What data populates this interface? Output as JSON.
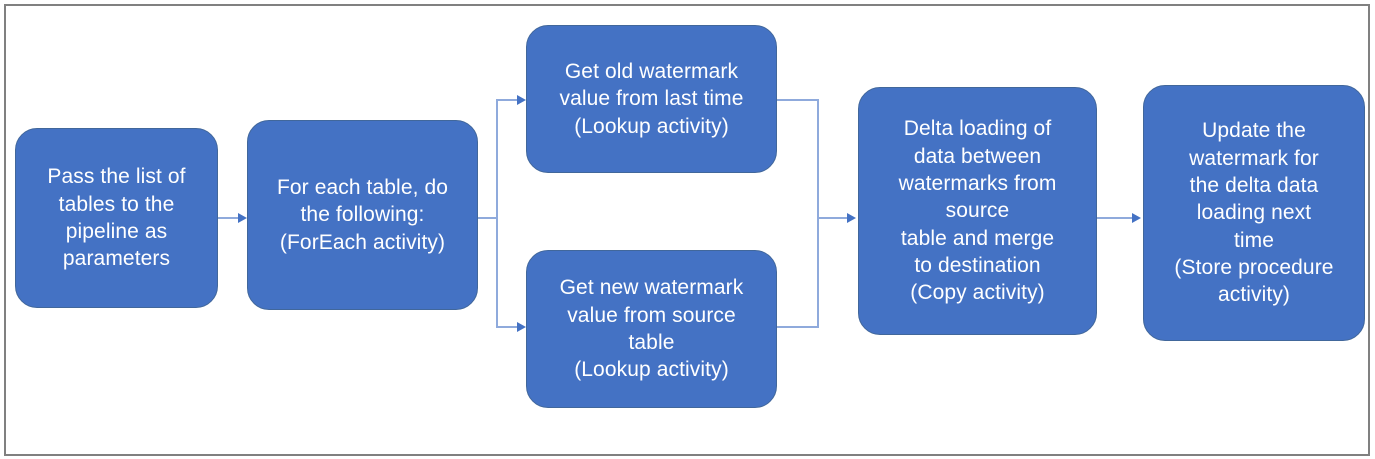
{
  "diagram": {
    "title": "Delta data loading pipeline with watermark",
    "type": "flowchart",
    "orientation": "left-to-right",
    "colors": {
      "node_fill": "#4472C4",
      "node_text": "#FFFFFF",
      "connector": "#8FAADC",
      "arrowhead": "#4472C4",
      "frame_border": "#808080",
      "background": "#FFFFFF"
    },
    "nodes": [
      {
        "id": "pass-tables",
        "label": "Pass the list of\ntables to the\npipeline as\nparameters",
        "activity": ""
      },
      {
        "id": "foreach",
        "label": "For each table, do\nthe following:\n(ForEach activity)",
        "activity": "ForEach activity"
      },
      {
        "id": "old-watermark",
        "label": "Get old watermark\nvalue from last time\n(Lookup activity)",
        "activity": "Lookup activity"
      },
      {
        "id": "new-watermark",
        "label": "Get new watermark\nvalue from source\ntable\n(Lookup activity)",
        "activity": "Lookup activity"
      },
      {
        "id": "delta-load",
        "label": "Delta loading of\ndata between\nwatermarks from\nsource\ntable and merge\nto destination\n(Copy activity)",
        "activity": "Copy activity"
      },
      {
        "id": "update-watermark",
        "label": "Update the\nwatermark for\nthe delta data\nloading next\ntime\n(Store procedure\nactivity)",
        "activity": "Store procedure activity"
      }
    ],
    "edges": [
      {
        "id": "e1",
        "from": "pass-tables",
        "to": "foreach"
      },
      {
        "id": "e2",
        "from": "foreach",
        "to": "old-watermark"
      },
      {
        "id": "e3",
        "from": "foreach",
        "to": "new-watermark"
      },
      {
        "id": "e4",
        "from": "old-watermark",
        "to": "delta-load"
      },
      {
        "id": "e5",
        "from": "new-watermark",
        "to": "delta-load"
      },
      {
        "id": "e6",
        "from": "delta-load",
        "to": "update-watermark"
      }
    ]
  }
}
